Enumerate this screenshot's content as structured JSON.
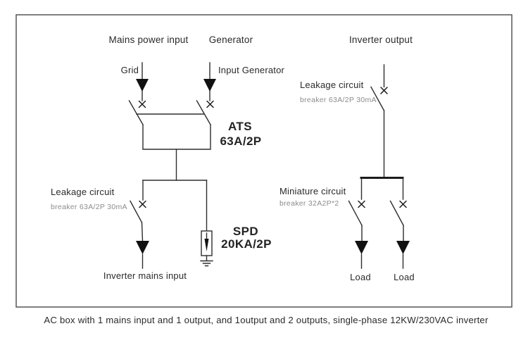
{
  "header": {
    "mains_power_input": "Mains power input",
    "generator": "Generator",
    "inverter_output": "Inverter output"
  },
  "mains_section": {
    "grid_label": "Grid",
    "input_generator_label": "Input Generator",
    "ats": {
      "name": "ATS",
      "rating": "63A/2P"
    },
    "leakage_breaker": {
      "title": "Leakage circuit",
      "subtitle": "breaker 63A/2P 30mA"
    },
    "spd": {
      "name": "SPD",
      "rating": "20KA/2P"
    },
    "inverter_mains_input_label": "Inverter mains input"
  },
  "output_section": {
    "leakage_breaker": {
      "title": "Leakage circuit",
      "subtitle": "breaker 63A/2P 30mA"
    },
    "miniature_breaker": {
      "title": "Miniature circuit",
      "subtitle": "breaker 32A2P*2"
    },
    "loads": [
      "Load",
      "Load"
    ]
  },
  "caption": "AC box with 1 mains input and 1 output, and 1output and 2 outputs, single-phase 12KW/230VAC inverter",
  "colors": {
    "line": "#2e2e2e",
    "text": "#2a2a2a",
    "muted_text": "#8c8c8c",
    "border": "#555555",
    "arrow_fill": "#111111",
    "background": "#ffffff"
  }
}
